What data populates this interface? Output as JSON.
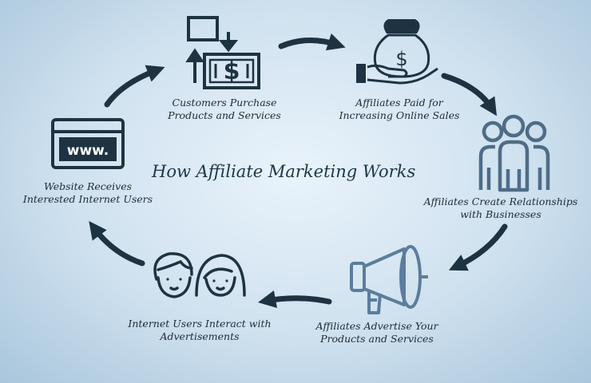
{
  "title": "How Affiliate Marketing Works",
  "steps": [
    {
      "id": "purchase",
      "icon": "money-exchange-icon",
      "line1": "Customers Purchase",
      "line2": "Products and Services"
    },
    {
      "id": "paid",
      "icon": "money-bag-hand-icon",
      "line1": "Affiliates Paid for",
      "line2": "Increasing Online Sales"
    },
    {
      "id": "relationships",
      "icon": "people-group-icon",
      "line1": "Affiliates Create Relationships",
      "line2": "with Businesses"
    },
    {
      "id": "advertise",
      "icon": "megaphone-icon",
      "line1": "Affiliates Advertise Your",
      "line2": "Products and Services"
    },
    {
      "id": "interact",
      "icon": "users-faces-icon",
      "line1": "Internet Users Interact with",
      "line2": "Advertisements"
    },
    {
      "id": "website",
      "icon": "website-browser-icon",
      "line1": "Website Receives",
      "line2": "Interested Internet Users"
    }
  ],
  "icons": {
    "browser_text": "www.",
    "dollar_sign": "$"
  },
  "colors": {
    "dark": "#1e3342",
    "blue": "#5c7d9c",
    "text": "#1e2b36"
  }
}
